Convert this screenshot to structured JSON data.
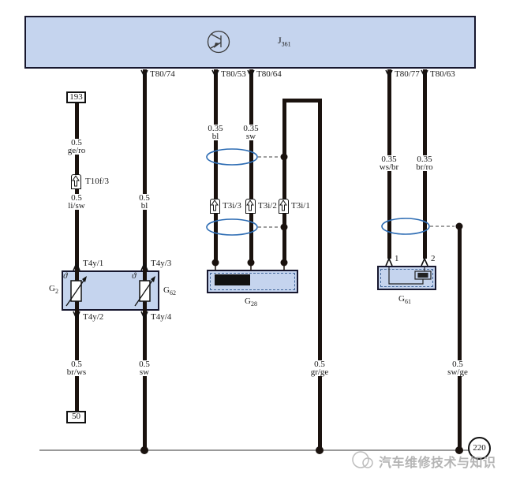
{
  "control_unit": {
    "id": "J",
    "sub": "361"
  },
  "pins_top": [
    "T80/74",
    "T80/53",
    "T80/64",
    "T80/77",
    "T80/63"
  ],
  "terminals": {
    "t193": "193",
    "t50": "50",
    "t220": "220"
  },
  "connectors": {
    "t10f3": "T10f/3",
    "t3i3": "T3i/3",
    "t3i2": "T3i/2",
    "t3i1": "T3i/1"
  },
  "component_pins": {
    "t4y1": "T4y/1",
    "t4y2": "T4y/2",
    "t4y3": "T4y/3",
    "t4y4": "T4y/4",
    "g61_1": "1",
    "g61_2": "2"
  },
  "wire_labels": {
    "ge_ro": {
      "size": "0.5",
      "code": "ge/ro"
    },
    "li_sw": {
      "size": "0.5",
      "code": "li/sw"
    },
    "bl_05": {
      "size": "0.5",
      "code": "bl"
    },
    "bl_035": {
      "size": "0.35",
      "code": "bl"
    },
    "sw_035": {
      "size": "0.35",
      "code": "sw"
    },
    "ws_br": {
      "size": "0.35",
      "code": "ws/br"
    },
    "br_ro": {
      "size": "0.35",
      "code": "br/ro"
    },
    "br_ws": {
      "size": "0.5",
      "code": "br/ws"
    },
    "sw_05": {
      "size": "0.5",
      "code": "sw"
    },
    "gr_ge": {
      "size": "0.5",
      "code": "gr/ge"
    },
    "sw_ge": {
      "size": "0.5",
      "code": "sw/ge"
    }
  },
  "components": {
    "g2": {
      "id": "G",
      "sub": "2"
    },
    "g62": {
      "id": "G",
      "sub": "62"
    },
    "g28": {
      "id": "G",
      "sub": "28"
    },
    "g61": {
      "id": "G",
      "sub": "61"
    },
    "theta": "ϑ"
  },
  "watermark": {
    "text": "汽车维修技术与知识"
  },
  "colors": {
    "component_fill": "#c5d4ee",
    "component_border": "#17172e",
    "wire": "#1a120e",
    "shield_ellipse": "#2e6db4",
    "ground_line": "#999999",
    "watermark": "#a8a8a8"
  }
}
